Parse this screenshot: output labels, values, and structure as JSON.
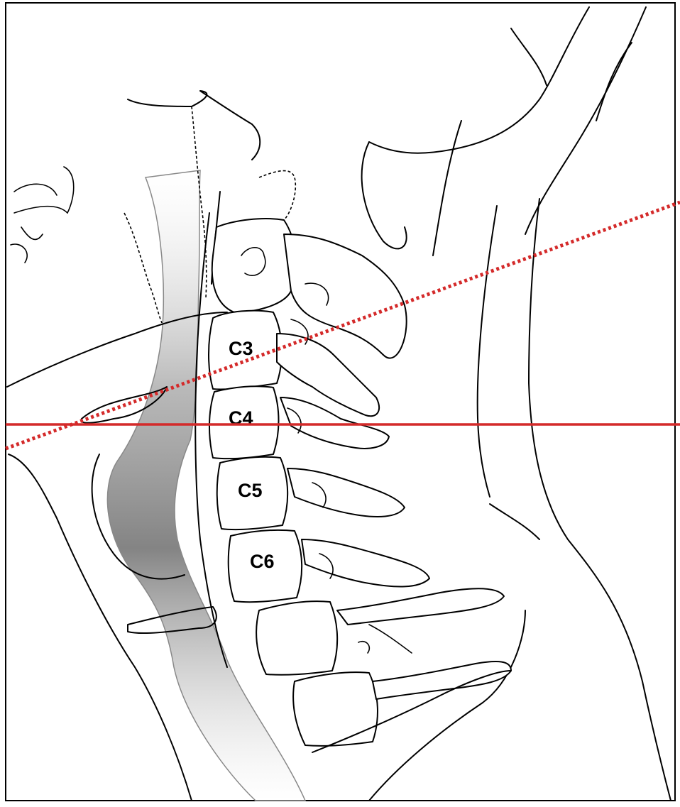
{
  "labels": {
    "c3": "C3",
    "c4": "C4",
    "c5": "C5",
    "c6": "C6"
  },
  "colors": {
    "reference_line": "#d42a2a",
    "outline": "#000000",
    "airway_shade": "#6e6e6e"
  }
}
